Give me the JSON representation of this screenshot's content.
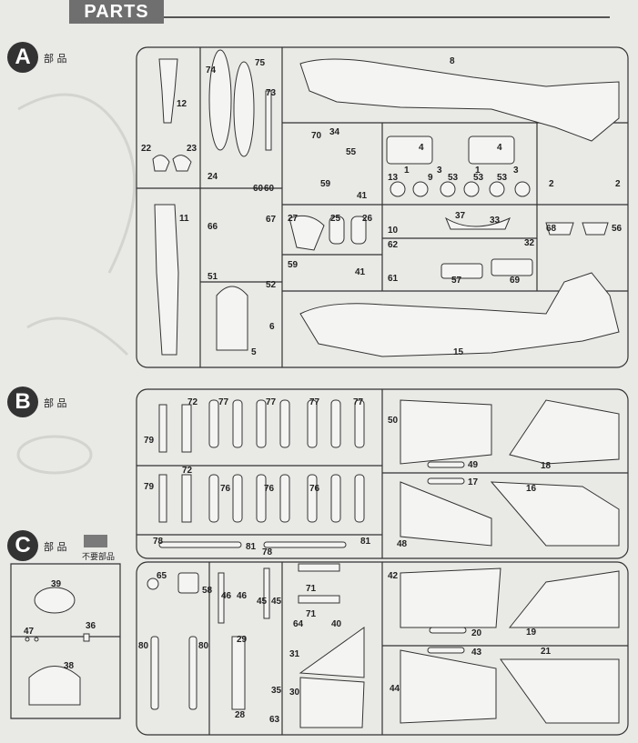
{
  "header": {
    "title": "PARTS"
  },
  "sections": {
    "a": {
      "letter": "A",
      "label": "部 品"
    },
    "b": {
      "letter": "B",
      "label": "部 品"
    },
    "c": {
      "letter": "C",
      "label": "部 品",
      "unused_label": "不要部品"
    }
  },
  "part_numbers": {
    "a": [
      "12",
      "74",
      "75",
      "73",
      "8",
      "22",
      "23",
      "70",
      "34",
      "4",
      "4",
      "55",
      "1",
      "3",
      "1",
      "3",
      "24",
      "60",
      "60",
      "59",
      "13",
      "9",
      "53",
      "53",
      "53",
      "2",
      "2",
      "41",
      "10",
      "33",
      "37",
      "11",
      "27",
      "25",
      "26",
      "66",
      "67",
      "62",
      "32",
      "68",
      "56",
      "61",
      "59",
      "41",
      "57",
      "69",
      "51",
      "52",
      "6",
      "5",
      "15"
    ],
    "b": [
      "72",
      "77",
      "77",
      "77",
      "77",
      "50",
      "79",
      "49",
      "18",
      "72",
      "17",
      "79",
      "76",
      "76",
      "76",
      "16",
      "78",
      "81",
      "78",
      "81",
      "48"
    ],
    "c": [
      "39",
      "47",
      "36",
      "38",
      "65",
      "58",
      "46",
      "46",
      "45",
      "45",
      "71",
      "42",
      "71",
      "64",
      "40",
      "20",
      "29",
      "80",
      "80",
      "31",
      "19",
      "43",
      "21",
      "44",
      "30",
      "28",
      "63",
      "35"
    ]
  },
  "colors": {
    "ink": "#222222",
    "paper": "#e9e9e6",
    "badge": "#333333",
    "unused_swatch": "#7a7a7a"
  }
}
